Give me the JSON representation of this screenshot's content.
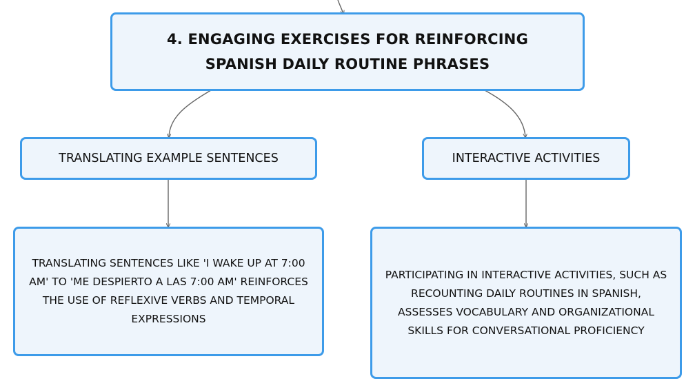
{
  "root": {
    "title": "4. ENGAGING EXERCISES FOR REINFORCING SPANISH DAILY ROUTINE PHRASES"
  },
  "branches": [
    {
      "label": "TRANSLATING EXAMPLE SENTENCES",
      "detail": "TRANSLATING SENTENCES LIKE 'I WAKE UP AT 7:00 AM' TO 'ME DESPIERTO A LAS 7:00 AM' REINFORCES THE USE OF REFLEXIVE VERBS AND TEMPORAL EXPRESSIONS"
    },
    {
      "label": "INTERACTIVE ACTIVITIES",
      "detail": "PARTICIPATING IN INTERACTIVE ACTIVITIES, SUCH AS RECOUNTING DAILY ROUTINES IN SPANISH, ASSESSES VOCABULARY AND ORGANIZATIONAL SKILLS FOR CONVERSATIONAL PROFICIENCY"
    }
  ],
  "colors": {
    "node_border": "#3d9be9",
    "node_fill": "#eef5fc",
    "connector": "#666666",
    "text": "#111111"
  }
}
